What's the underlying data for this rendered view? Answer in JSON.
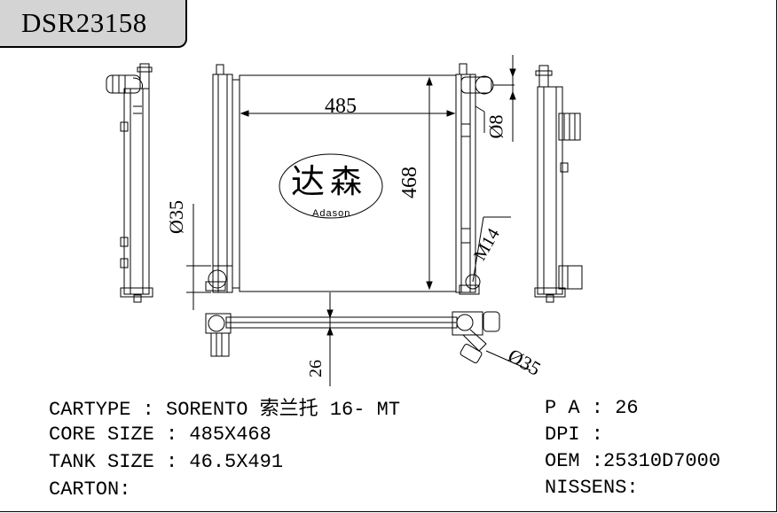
{
  "part_number": "DSR23158",
  "dimensions": {
    "core_width": "485",
    "core_height": "468",
    "inlet_dia": "Ø35",
    "outlet_dia": "Ø8",
    "thread": "M14",
    "depth": "26",
    "bottom_dia": "Ø35"
  },
  "logo": {
    "cn_1": "达",
    "cn_2": "森",
    "en": "Adason"
  },
  "specs": {
    "cartype_label": "CARTYPE : SORENTO 索兰托 16- MT",
    "core_size_label": "CORE SIZE : 485X468",
    "tank_size_label": "TANK SIZE : 46.5X491",
    "carton_label": "CARTON:",
    "pa_label": "P A : 26",
    "dpi_label": "DPI :",
    "oem_label": "OEM :25310D7000",
    "nissens_label": "NISSENS:"
  }
}
